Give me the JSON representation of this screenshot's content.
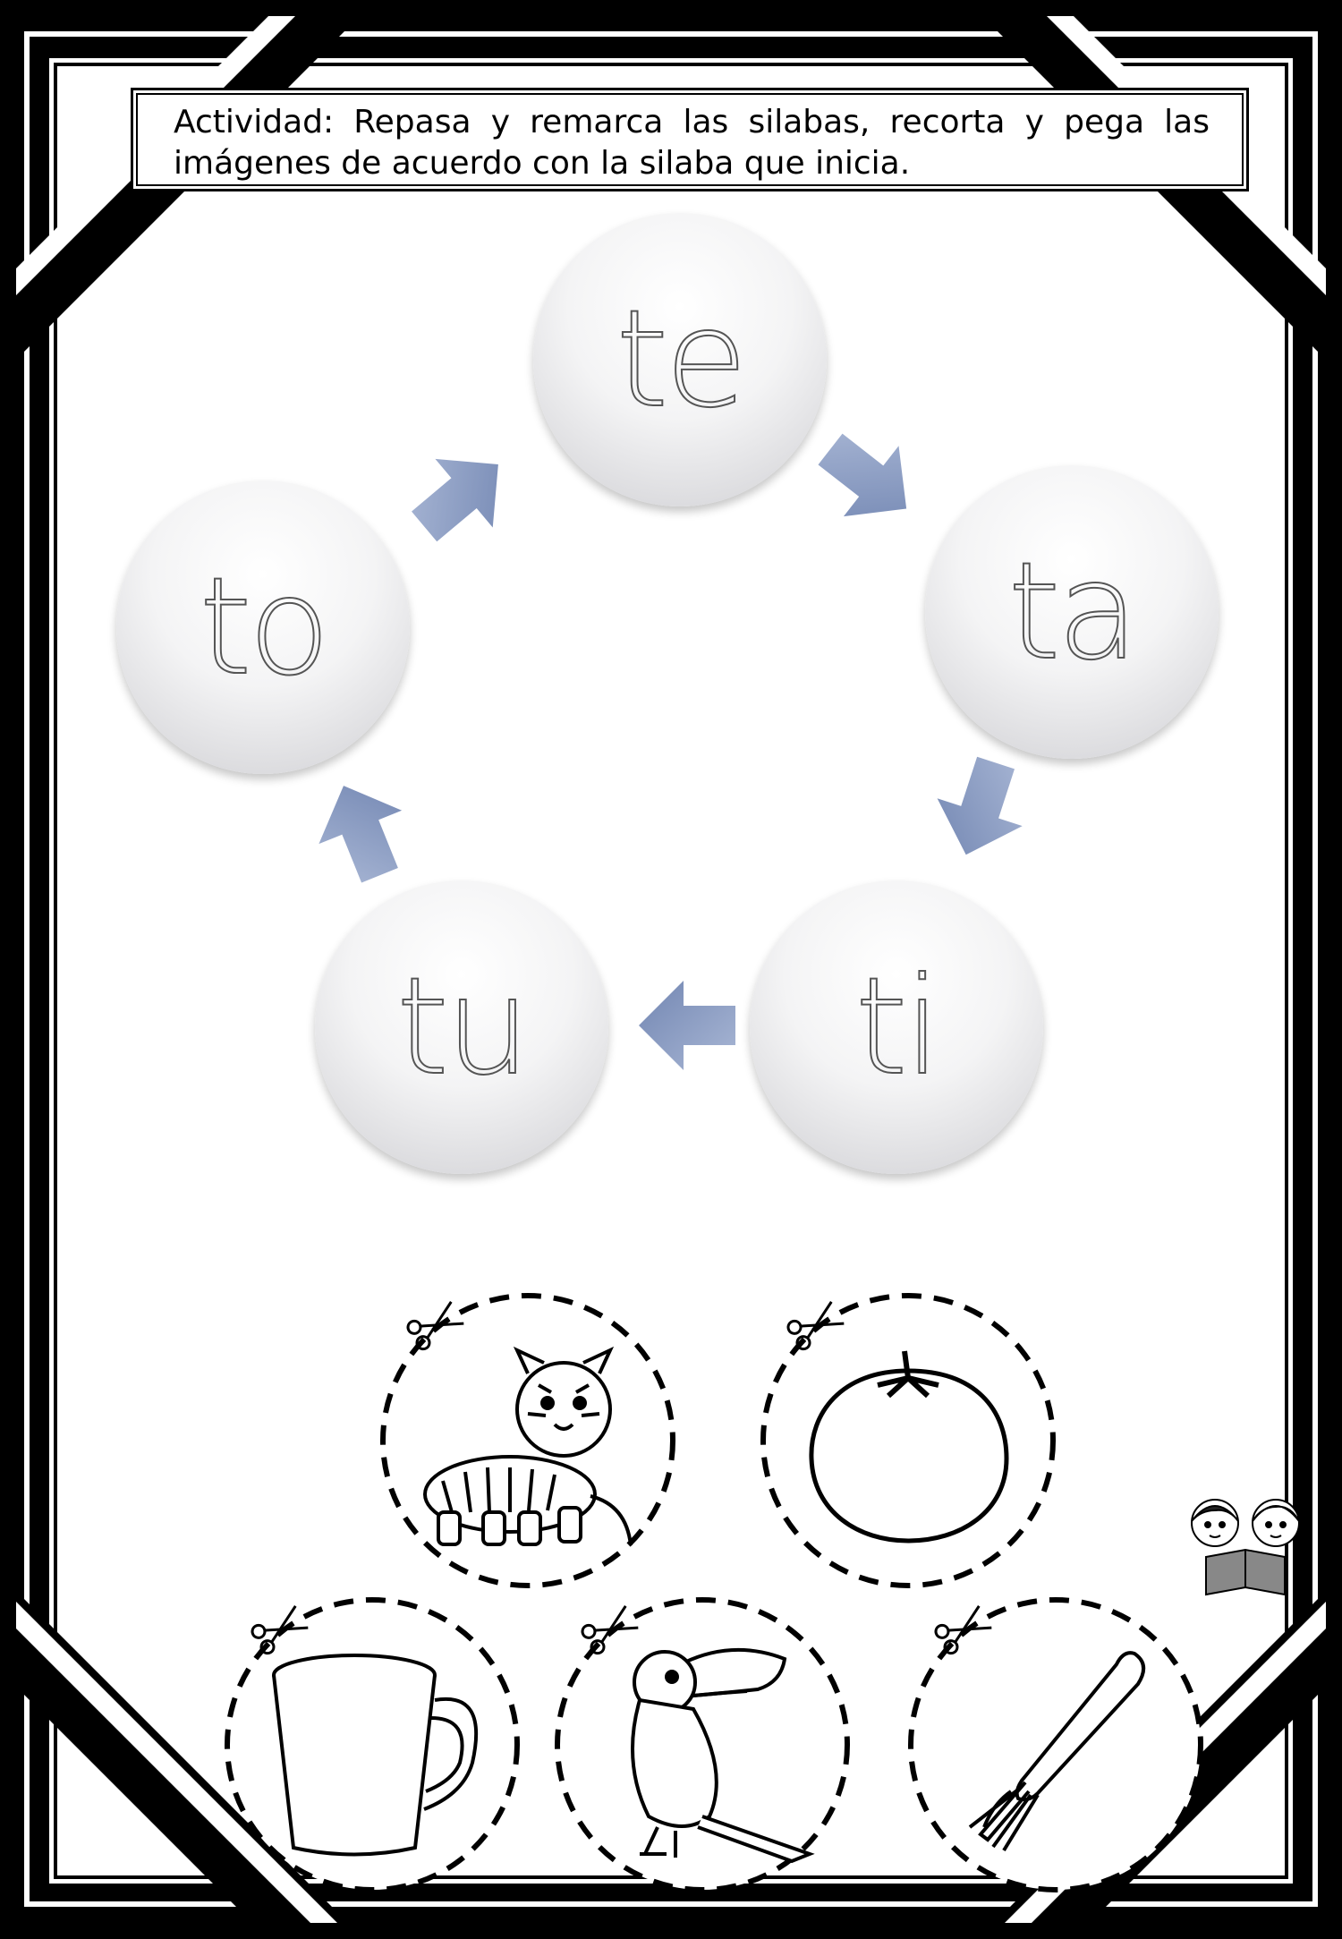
{
  "instruction": "Actividad: Repasa y remarca las silabas, recorta y pega las imágenes de acuerdo con la silaba que inicia.",
  "syllables": [
    {
      "id": "te",
      "label": "te"
    },
    {
      "id": "ta",
      "label": "ta"
    },
    {
      "id": "ti",
      "label": "ti"
    },
    {
      "id": "tu",
      "label": "tu"
    },
    {
      "id": "to",
      "label": "to"
    }
  ],
  "colors": {
    "arrow": "#8c9dc2",
    "arrow_dark": "#6f82ad",
    "frame": "#000000",
    "tracing": "#555555"
  },
  "cutouts": [
    {
      "id": "tigre",
      "icon": "tiger-icon"
    },
    {
      "id": "tomate",
      "icon": "tomato-icon"
    },
    {
      "id": "taza",
      "icon": "cup-icon"
    },
    {
      "id": "tucan",
      "icon": "toucan-icon"
    },
    {
      "id": "tenedor",
      "icon": "fork-icon"
    }
  ],
  "icons": {
    "scissors": "scissors-icon",
    "reading_kids": "reading-kids-icon"
  }
}
